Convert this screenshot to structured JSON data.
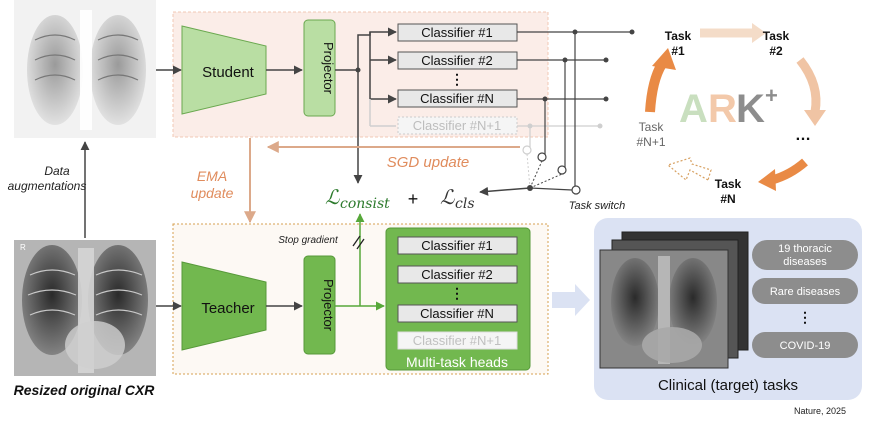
{
  "images": {
    "augmented_cxr": "augmented-chest-xray",
    "original_cxr": "original-chest-xray",
    "clinical_cxr": "clinical-chest-xray-stack"
  },
  "labels": {
    "data_augmentations": [
      "Data",
      "augmentations"
    ],
    "resized_original": "Resized original CXR",
    "student": "Student",
    "teacher": "Teacher",
    "projector": "Projector",
    "ema_update": [
      "EMA",
      "update"
    ],
    "sgd_update": "SGD update",
    "stop_gradient": "Stop gradient",
    "task_switch": "Task switch",
    "multitask_heads": "Multi-task heads",
    "plus": "+"
  },
  "loss": {
    "consist_symbol": "ℒ",
    "consist_sub": "consist",
    "cls_symbol": "ℒ",
    "cls_sub": "cls"
  },
  "student_classifiers": [
    "Classifier #1",
    "Classifier #2",
    "⋮",
    "Classifier #N",
    "Classifier #N+1"
  ],
  "teacher_classifiers": [
    "Classifier #1",
    "Classifier #2",
    "⋮",
    "Classifier #N",
    "Classifier #N+1"
  ],
  "cycle": {
    "task1": [
      "Task",
      "#1"
    ],
    "task2": [
      "Task",
      "#2"
    ],
    "ellipsis": "…",
    "taskN": [
      "Task",
      "#N"
    ],
    "taskN1": [
      "Task",
      "#N+1"
    ],
    "logo_letters": [
      "A",
      "R",
      "K",
      "+"
    ]
  },
  "clinical": {
    "title": "Clinical (target) tasks",
    "pills": [
      "19 thoracic diseases",
      "Rare diseases",
      "⋮",
      "COVID-19"
    ]
  },
  "credit": "Nature, 2025",
  "colors": {
    "green_fill": "#b9dea3",
    "green_dark": "#72b84f",
    "green_light": "#d2e9c5",
    "pink_bg": "#fbede8",
    "orange": "#e98a45",
    "peach": "#f4c6a4",
    "arrow_orange": "#dca98a",
    "blue_bg": "#dbe2f3",
    "pill_gray": "#8d8d8d"
  }
}
